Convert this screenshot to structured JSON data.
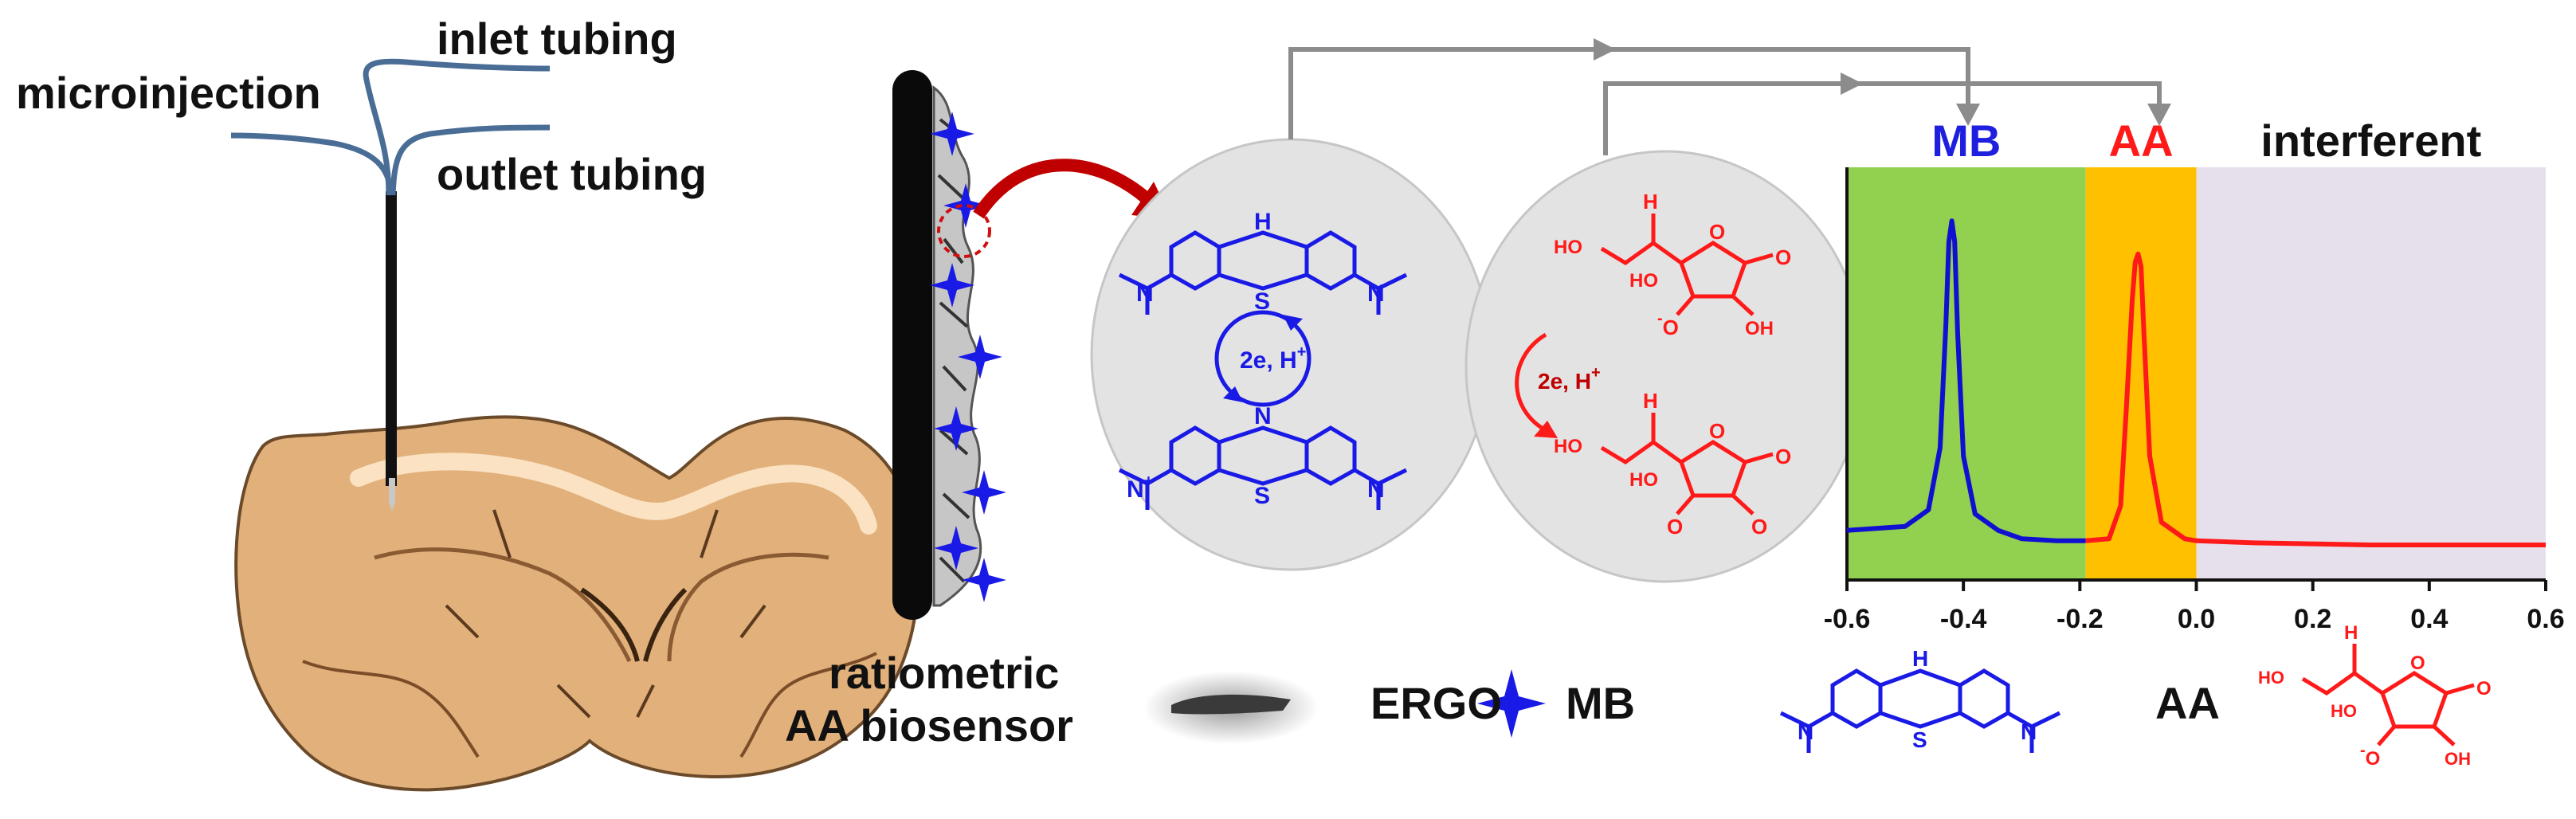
{
  "labels": {
    "microinjection": "microinjection",
    "inlet": "inlet tubing",
    "outlet": "outlet tubing",
    "sensor_line1": "ratiometric",
    "sensor_line2": "AA biosensor",
    "legend_ergo": "ERGO",
    "legend_mb": "MB",
    "legend_aa": "AA"
  },
  "reaction": {
    "mb_electrons": "2e,  H",
    "aa_electrons": "2e, H",
    "plus": "+",
    "sulfur": "S",
    "nitrogen": "N",
    "hydrogen": "H",
    "hydroxyl": "OH",
    "hydroxyl_left": "HO",
    "oxygen": "O",
    "oxide": "O",
    "minus": "-",
    "methyl_n": "N"
  },
  "chart_data": {
    "type": "line",
    "x_ticks": [
      "-0.6",
      "-0.4",
      "-0.2",
      "0.0",
      "0.2",
      "0.4",
      "0.6"
    ],
    "xlim": [
      -0.6,
      0.6
    ],
    "regions": [
      {
        "label": "MB",
        "from": -0.6,
        "to": -0.19,
        "color": "#92d050",
        "label_color": "#1f1fe0"
      },
      {
        "label": "AA",
        "from": -0.19,
        "to": 0.0,
        "color": "#ffc000",
        "label_color": "#ff1a1a"
      },
      {
        "label": "interferent",
        "from": 0.0,
        "to": 0.6,
        "color": "#e6e0ec",
        "label_color": "#111111"
      }
    ],
    "series": [
      {
        "color": "#1010d0",
        "x": [
          -0.6,
          -0.5,
          -0.46,
          -0.44,
          -0.43,
          -0.425,
          -0.42,
          -0.415,
          -0.41,
          -0.4,
          -0.38,
          -0.34,
          -0.3,
          -0.24,
          -0.19
        ],
        "y": [
          0.12,
          0.13,
          0.17,
          0.32,
          0.62,
          0.82,
          0.87,
          0.82,
          0.6,
          0.3,
          0.16,
          0.12,
          0.1,
          0.095,
          0.095
        ]
      },
      {
        "color": "#ff1a1a",
        "x": [
          -0.19,
          -0.15,
          -0.13,
          -0.12,
          -0.11,
          -0.105,
          -0.1,
          -0.095,
          -0.09,
          -0.08,
          -0.06,
          -0.02,
          0.0,
          0.1,
          0.3,
          0.6
        ],
        "y": [
          0.095,
          0.1,
          0.18,
          0.42,
          0.68,
          0.77,
          0.79,
          0.76,
          0.6,
          0.3,
          0.14,
          0.1,
          0.095,
          0.09,
          0.085,
          0.085
        ]
      }
    ]
  },
  "colors": {
    "blue": "#1a1ae6",
    "red": "#ff1a1a",
    "gray_arrow": "#8c8c8c",
    "red_arrow": "#c00000",
    "brain": "#e2b07a",
    "tubing": "#4a6d96"
  }
}
